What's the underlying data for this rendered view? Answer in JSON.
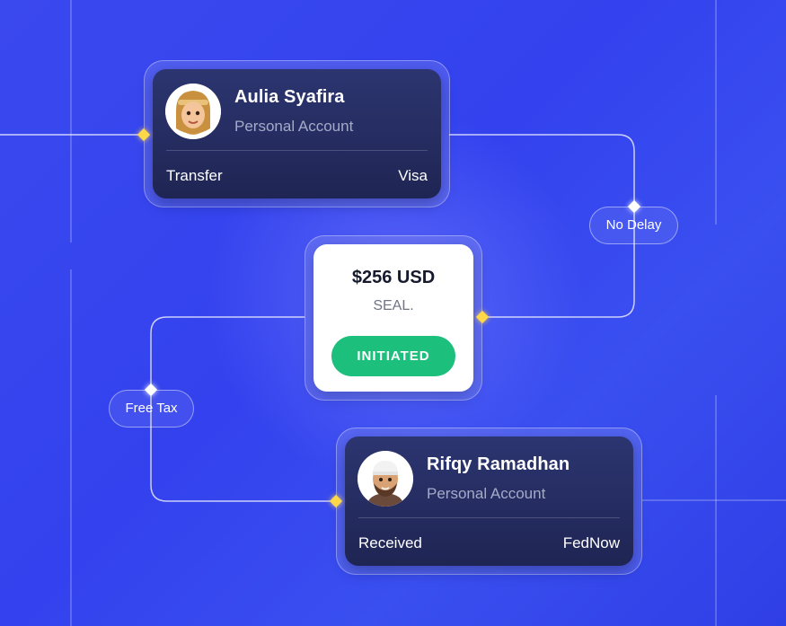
{
  "sender": {
    "name": "Aulia Syafira",
    "account_type": "Personal Account",
    "action": "Transfer",
    "method": "Visa"
  },
  "transaction": {
    "amount": "$256 USD",
    "brand": "SEAL.",
    "status": "INITIATED"
  },
  "receiver": {
    "name": "Rifqy Ramadhan",
    "account_type": "Personal Account",
    "action": "Received",
    "method": "FedNow"
  },
  "tags": {
    "no_delay": "No Delay",
    "free_tax": "Free Tax"
  },
  "colors": {
    "background": "#3342ee",
    "card_dark": "#1f2553",
    "status_green": "#1cbf7c",
    "node_yellow": "#ffd84a"
  },
  "icons": [
    "avatar-female-hijab",
    "avatar-male-cap"
  ]
}
